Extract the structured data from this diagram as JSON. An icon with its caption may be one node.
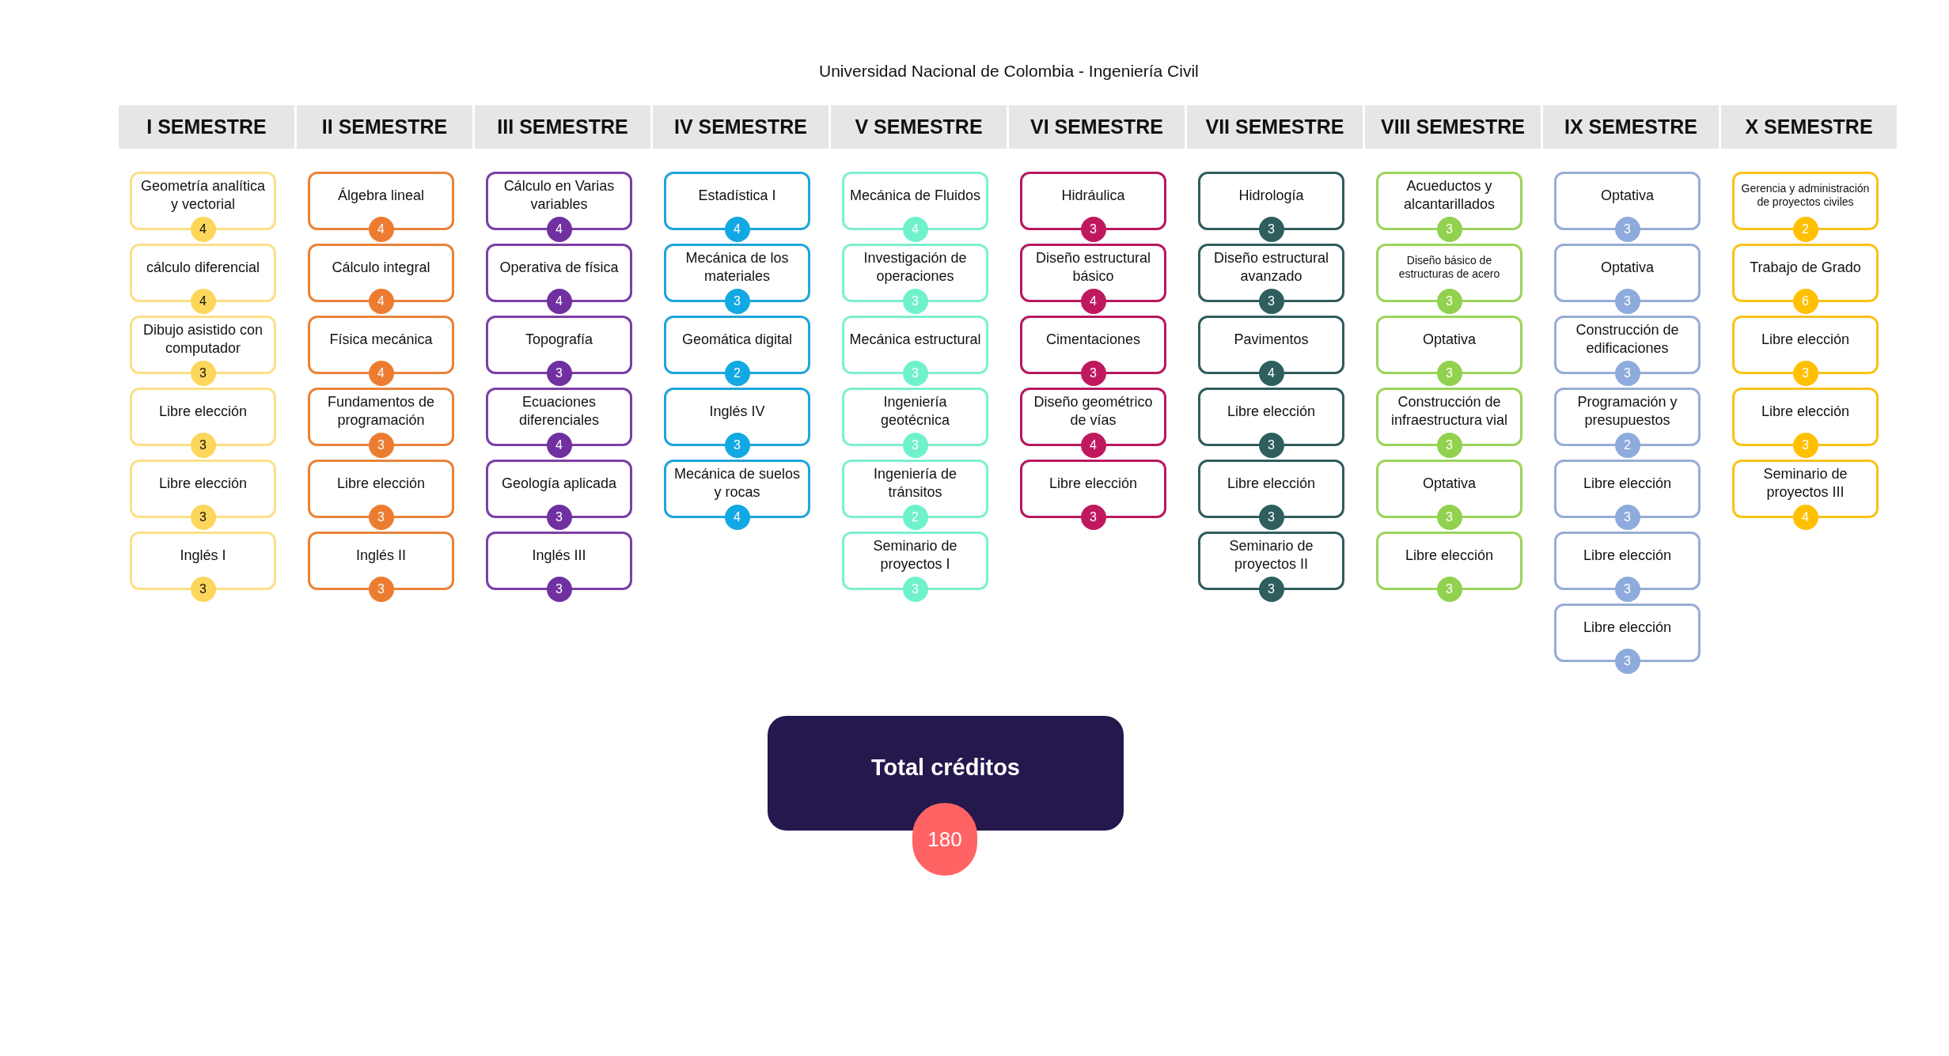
{
  "diagram": {
    "title": "Universidad Nacional de Colombia -  Ingeniería Civil",
    "nodes": [
      {
        "text": [
          "I SEMESTRE"
        ]
      },
      {
        "text": [
          "Geometría analítica y vectorial",
          "4"
        ]
      },
      {
        "text": [
          "cálculo diferencial",
          "4"
        ]
      },
      {
        "text": [
          "Dibujo asistido con computador",
          "3"
        ]
      },
      {
        "text": [
          "Libre elección",
          "3"
        ]
      },
      {
        "text": [
          "Libre elección",
          "3"
        ]
      },
      {
        "text": [
          "Inglés I",
          "3"
        ]
      },
      {
        "text": [
          "II SEMESTRE"
        ]
      },
      {
        "text": [
          "Álgebra lineal",
          "4"
        ]
      },
      {
        "text": [
          "Cálculo integral",
          "4"
        ]
      },
      {
        "text": [
          "Física mecánica",
          "4"
        ]
      },
      {
        "text": [
          "Fundamentos de programación",
          "3"
        ]
      },
      {
        "text": [
          "Libre elección",
          "3"
        ]
      },
      {
        "text": [
          "Inglés II",
          "3"
        ]
      },
      {
        "text": [
          "III SEMESTRE"
        ]
      },
      {
        "text": [
          "Cálculo en Varias variables",
          "4"
        ]
      },
      {
        "text": [
          "Operativa de física",
          "4"
        ]
      },
      {
        "text": [
          "Topografía",
          "3"
        ]
      },
      {
        "text": [
          "Ecuaciones diferenciales",
          "4"
        ]
      },
      {
        "text": [
          "Geología aplicada",
          "3"
        ]
      },
      {
        "text": [
          "Inglés III",
          "3"
        ]
      },
      {
        "text": [
          "IV SEMESTRE"
        ]
      },
      {
        "text": [
          "Estadística I",
          "4"
        ]
      },
      {
        "text": [
          "Mecánica de los materiales",
          "3"
        ]
      },
      {
        "text": [
          "Geomática digital",
          "2"
        ]
      },
      {
        "text": [
          "Inglés IV",
          "3"
        ]
      },
      {
        "text": [
          "Mecánica de suelos y rocas",
          "4"
        ]
      },
      {
        "text": [
          "V SEMESTRE"
        ]
      },
      {
        "text": [
          "Mecánica de Fluidos",
          "4"
        ]
      },
      {
        "text": [
          "Investigación de operaciones",
          "3"
        ]
      },
      {
        "text": [
          "Mecánica estructural",
          "3"
        ]
      },
      {
        "text": [
          "Ingeniería geotécnica",
          "3"
        ]
      },
      {
        "text": [
          "Ingeniería de tránsitos",
          "2"
        ]
      },
      {
        "text": [
          "Seminario de proyectos I",
          "3"
        ]
      },
      {
        "text": [
          "VI SEMESTRE"
        ]
      },
      {
        "text": [
          "Hidráulica",
          "3"
        ]
      },
      {
        "text": [
          "Diseño estructural básico",
          "4"
        ]
      },
      {
        "text": [
          "Cimentaciones",
          "3"
        ]
      },
      {
        "text": [
          "Diseño geométrico de vías",
          "4"
        ]
      },
      {
        "text": [
          "Libre elección",
          "3"
        ]
      },
      {
        "text": [
          "VII SEMESTRE"
        ]
      },
      {
        "text": [
          "Hidrología",
          "3"
        ]
      },
      {
        "text": [
          "Diseño estructural avanzado",
          "3"
        ]
      },
      {
        "text": [
          "Pavimentos",
          "4"
        ]
      },
      {
        "text": [
          "Libre elección",
          "3"
        ]
      },
      {
        "text": [
          "Libre elección",
          "3"
        ]
      },
      {
        "text": [
          "Seminario de proyectos II",
          "3"
        ]
      },
      {
        "text": [
          "VIII SEMESTRE"
        ]
      },
      {
        "text": [
          "Acueductos y alcantarillados",
          "3"
        ]
      },
      {
        "text": [
          "Diseño básico de estructuras de acero",
          "3"
        ]
      },
      {
        "text": [
          "Optativa",
          "3"
        ]
      },
      {
        "text": [
          "Construcción de infraestructura vial",
          "3"
        ]
      },
      {
        "text": [
          "Optativa",
          "3"
        ]
      },
      {
        "text": [
          "Libre elección",
          "3"
        ]
      },
      {
        "text": [
          "IX SEMESTRE"
        ]
      },
      {
        "text": [
          "Optativa",
          "3"
        ]
      },
      {
        "text": [
          "Optativa",
          "3"
        ]
      },
      {
        "text": [
          "Construcción de edificaciones",
          "3"
        ]
      },
      {
        "text": [
          "Programación y presupuestos",
          "2"
        ]
      },
      {
        "text": [
          "Libre elección",
          "3"
        ]
      },
      {
        "text": [
          "Libre elección",
          "3"
        ]
      },
      {
        "text": [
          "Libre elección",
          "3"
        ]
      },
      {
        "text": [
          "X SEMESTRE"
        ]
      },
      {
        "text": [
          "Gerencia y administración de proyectos civiles",
          "2"
        ]
      },
      {
        "text": [
          "Trabajo de Grado",
          "6"
        ]
      },
      {
        "text": [
          "Libre elección",
          "3"
        ]
      },
      {
        "text": [
          "Libre elección",
          "3"
        ]
      },
      {
        "text": [
          "Seminario de proyectos III",
          "4"
        ]
      },
      {
        "text": [
          "Total créditos",
          "180"
        ]
      }
    ]
  }
}
